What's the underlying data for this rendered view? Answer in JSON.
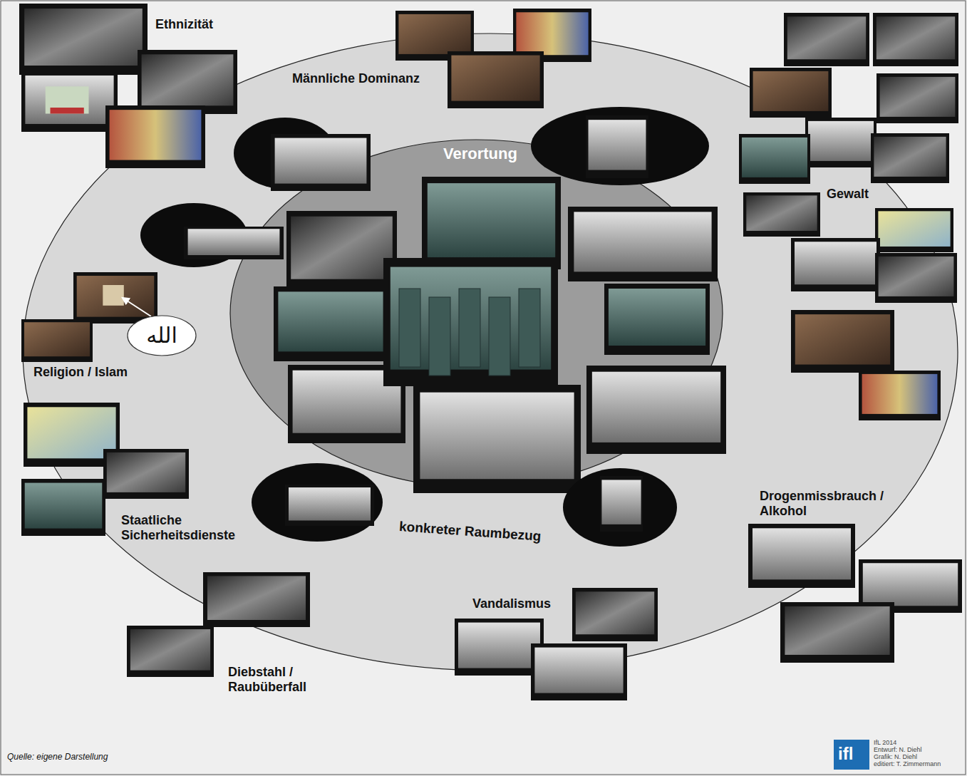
{
  "diagram": {
    "nodes": [
      {
        "text": [
          "Verortung",
          "konkreter Raumbezug"
        ]
      },
      {
        "text": [
          "الله"
        ]
      }
    ],
    "labels": [
      "Ethnizität",
      "Männliche Dominanz",
      "Gewalt",
      "Religion / Islam",
      "Staatliche Sicherheitsdienste",
      "Drogenmissbrauch / Alkohol",
      "Vandalismus",
      "Diebstahl / Raubüberfall",
      "Quelle: eigene Darstellung",
      "ifl",
      "IfL 2014",
      "Entwurf: N. Diehl",
      "Grafik: N. Diehl",
      "editiert: T. Zimmermann"
    ]
  }
}
